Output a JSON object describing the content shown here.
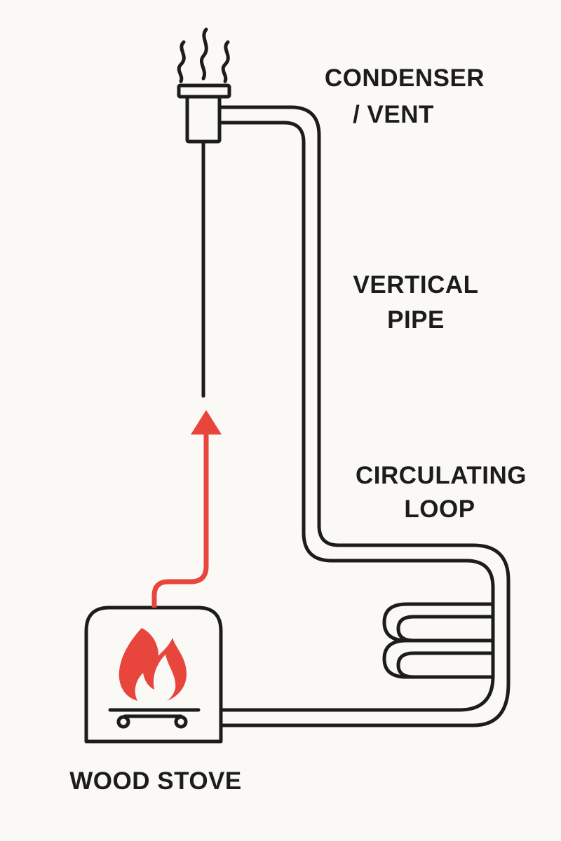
{
  "labels": {
    "condenser_line1": "CONDENSER",
    "condenser_line2": "/ VENT",
    "vertical_line1": "VERTICAL",
    "vertical_line2": "PIPE",
    "loop_line1": "CIRCULATING",
    "loop_line2": "LOOP",
    "stove": "WOOD STOVE"
  },
  "colors": {
    "background": "#fbf9f5",
    "line": "#1c1c1c",
    "accent": "#e8453c"
  },
  "icons": {
    "steam": "steam-icon",
    "flame": "flame-icon",
    "grate": "grate-icon",
    "heat_flow": "heat-flow-arrow-icon"
  }
}
